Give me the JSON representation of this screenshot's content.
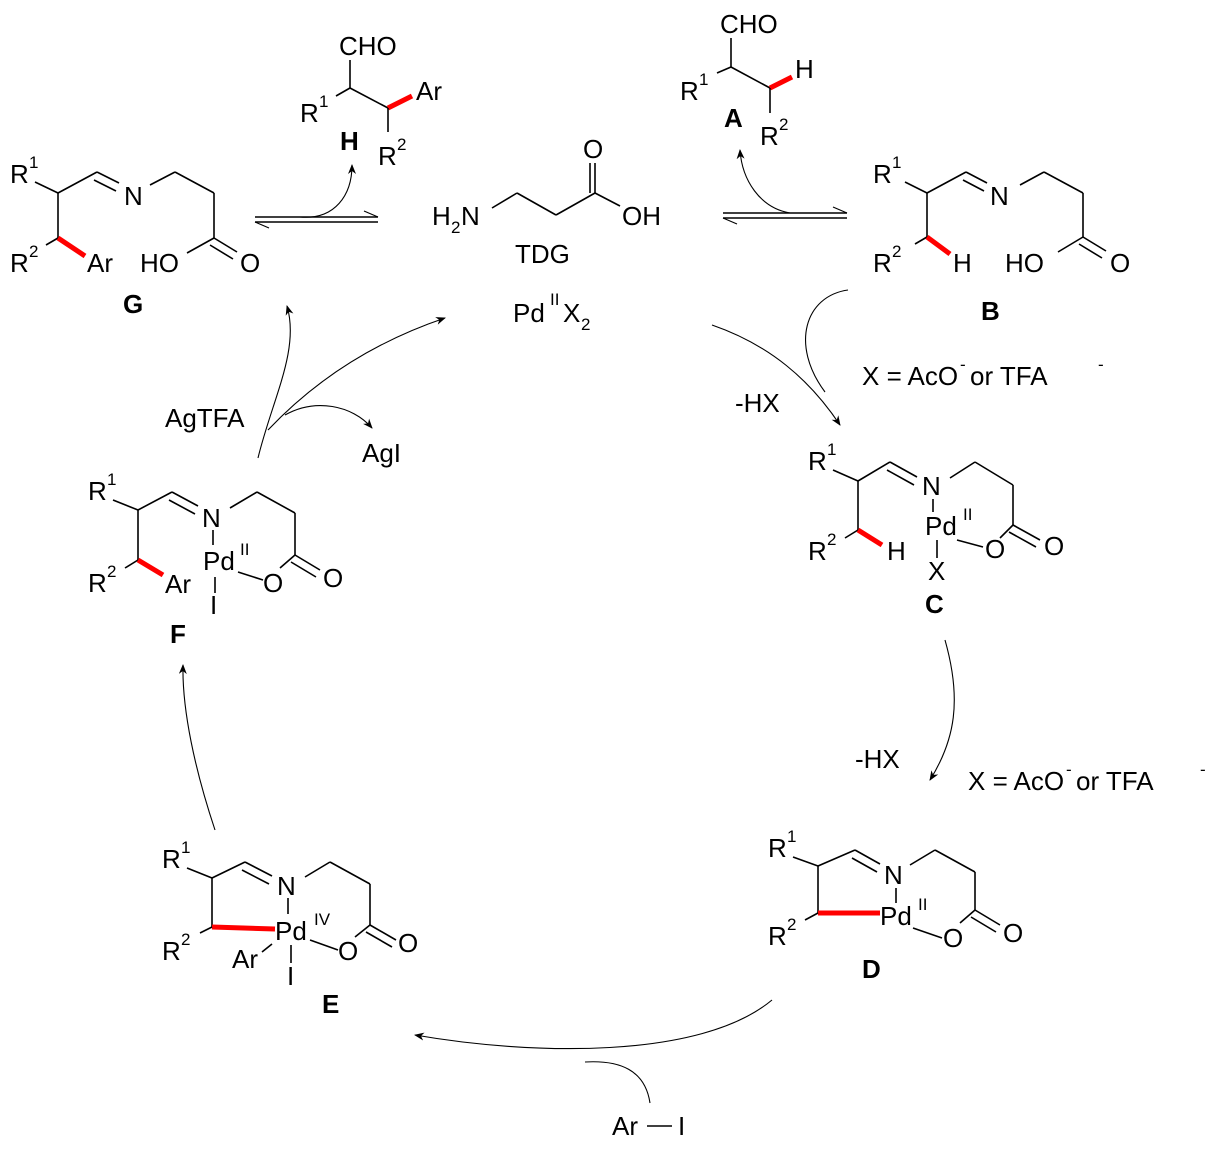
{
  "title": "Pd-catalyzed TDG-directed beta-C(sp3)-H arylation catalytic cycle",
  "atoms": {
    "R": "R",
    "one": "1",
    "two": "2",
    "CHO": "CHO",
    "Ar": "Ar",
    "H": "H",
    "N": "N",
    "HO": "HO",
    "O": "O",
    "OH": "OH",
    "Pd": "Pd",
    "II": "II",
    "IV": "IV",
    "X": "X",
    "I": "I"
  },
  "compounds": {
    "A": "A",
    "B": "B",
    "C": "C",
    "D": "D",
    "E": "E",
    "F": "F",
    "G": "G",
    "H": "H"
  },
  "tdg": {
    "name": "TDG",
    "catalyst_pd": "Pd",
    "catalyst_ox": "II",
    "catalyst_x": "X",
    "catalyst_sub": "2"
  },
  "conditions": {
    "minus_hx": "-HX",
    "x_def_prefix": "X = AcO",
    "x_def_charge": "-",
    "x_def_or": " or TFA",
    "agtfa": "AgTFA",
    "agi": "AgI",
    "ari_ar": "Ar",
    "ari_i": "I"
  },
  "colors": {
    "new_bond": "#ff0000",
    "ink": "#000000"
  }
}
